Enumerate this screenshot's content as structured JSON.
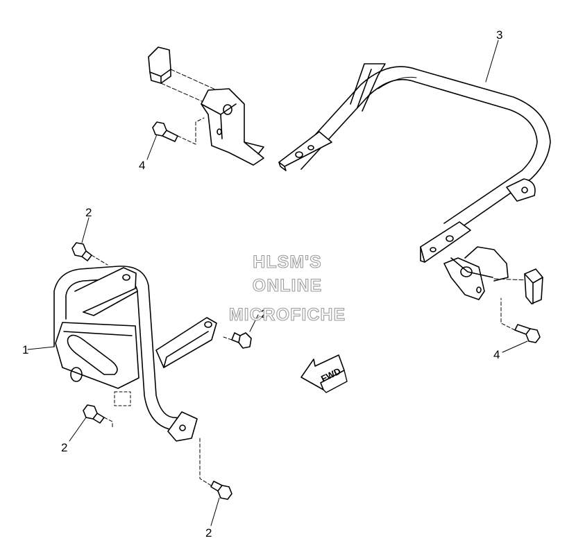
{
  "callouts": {
    "part1": "1",
    "part2a": "2",
    "part2b": "2",
    "part2c": "2",
    "part2d": "2",
    "part3": "3",
    "part4a": "4",
    "part4b": "4"
  },
  "watermark": {
    "line1": "HLSM'S",
    "line2": "ONLINE",
    "line3": "MICROFICHE"
  },
  "direction_arrow": {
    "label": "FWD"
  },
  "colors": {
    "line": "#000000",
    "watermark_outline": "#9a9a9a",
    "background": "#ffffff"
  }
}
